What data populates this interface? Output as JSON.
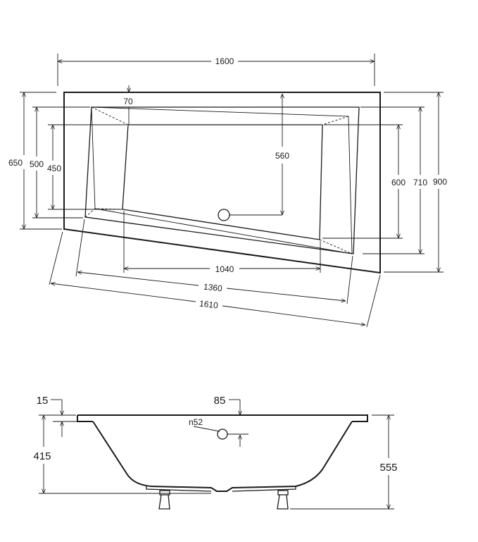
{
  "top_view": {
    "dimensions": {
      "overall_width": "1600",
      "rim_offset": "70",
      "inner_depth": "560",
      "overall_depth_left": "650",
      "rim_depth_left": "500",
      "inner_depth_left": "450",
      "inner_depth_right": "600",
      "rim_depth_right": "710",
      "overall_depth_right": "900",
      "inner_length": "1040",
      "rim_length": "1360",
      "overall_length": "1610"
    }
  },
  "side_view": {
    "dimensions": {
      "rim_thickness": "15",
      "drain_offset": "85",
      "drain_size": "n52",
      "inner_height": "415",
      "overall_height": "555"
    }
  },
  "colors": {
    "line": "#1a1a1a",
    "background": "#ffffff"
  }
}
